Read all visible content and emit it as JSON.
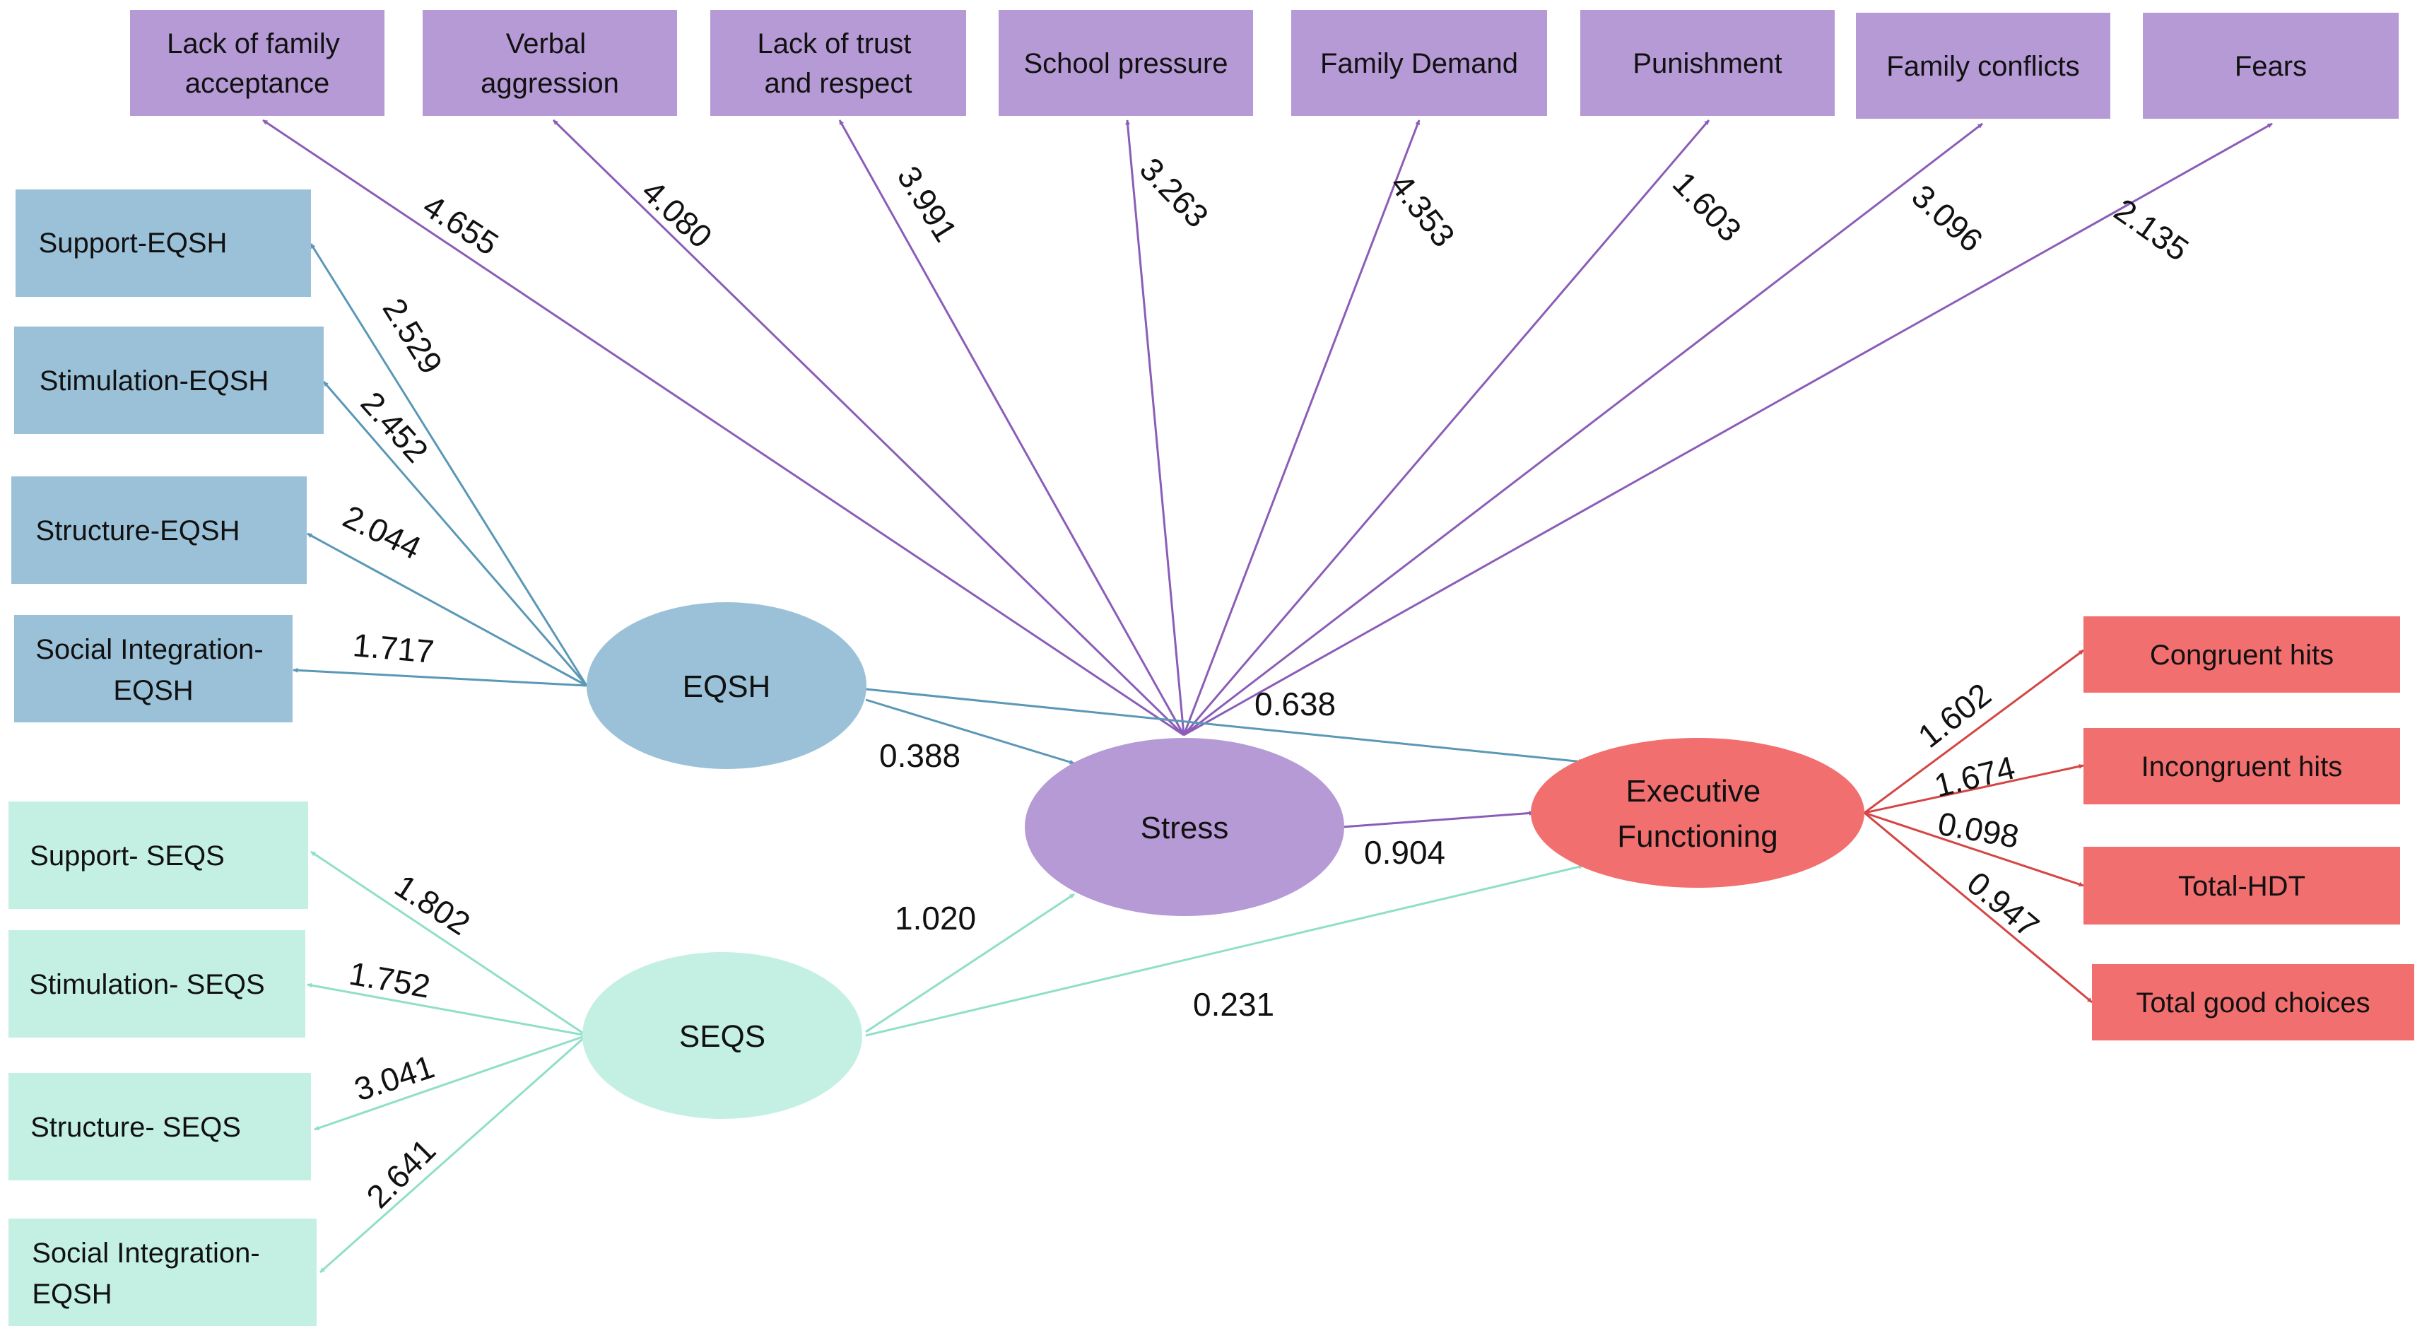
{
  "colors": {
    "stress": "#B69AD6",
    "stress_edge": "#8B5DB8",
    "eqsh": "#9BC1D8",
    "eqsh_edge": "#5A98B5",
    "seqs": "#C4F0E4",
    "seqs_edge": "#8FDFC9",
    "ef": "#F26F6F",
    "ef_edge": "#D64545"
  },
  "latents": {
    "eqsh": "EQSH",
    "seqs": "SEQS",
    "stress": "Stress",
    "ef": [
      "Executive",
      "Functioning"
    ]
  },
  "stress_indicators": [
    {
      "label": [
        "Lack of family",
        "acceptance"
      ],
      "coef": "4.655"
    },
    {
      "label": [
        "Verbal",
        "aggression"
      ],
      "coef": "4.080"
    },
    {
      "label": [
        "Lack of trust",
        "and respect"
      ],
      "coef": "3.991"
    },
    {
      "label": [
        "School pressure"
      ],
      "coef": "3.263"
    },
    {
      "label": [
        "Family Demand"
      ],
      "coef": "4.353"
    },
    {
      "label": [
        "Punishment"
      ],
      "coef": "1.603"
    },
    {
      "label": [
        "Family conflicts"
      ],
      "coef": "3.096"
    },
    {
      "label": [
        "Fears"
      ],
      "coef": "2.135"
    }
  ],
  "eqsh_indicators": [
    {
      "label": [
        "Support-EQSH"
      ],
      "coef": "2.529"
    },
    {
      "label": [
        "Stimulation-EQSH"
      ],
      "coef": "2.452"
    },
    {
      "label": [
        "Structure-EQSH"
      ],
      "coef": "2.044"
    },
    {
      "label": [
        "Social Integration-",
        "EQSH"
      ],
      "coef": "1.717"
    }
  ],
  "seqs_indicators": [
    {
      "label": [
        "Support- SEQS"
      ],
      "coef": "1.802"
    },
    {
      "label": [
        "Stimulation- SEQS"
      ],
      "coef": "1.752"
    },
    {
      "label": [
        "Structure- SEQS"
      ],
      "coef": "3.041"
    },
    {
      "label": [
        "Social Integration-",
        "EQSH"
      ],
      "coef": "2.641"
    }
  ],
  "ef_indicators": [
    {
      "label": [
        "Congruent hits"
      ],
      "coef": "1.602"
    },
    {
      "label": [
        "Incongruent hits"
      ],
      "coef": "1.674"
    },
    {
      "label": [
        "Total-HDT"
      ],
      "coef": "0.098"
    },
    {
      "label": [
        "Total good choices"
      ],
      "coef": "0.947"
    }
  ],
  "paths": {
    "eqsh_stress": "0.388",
    "eqsh_ef": "0.638",
    "seqs_stress": "1.020",
    "seqs_ef": "0.231",
    "stress_ef": "0.904"
  }
}
